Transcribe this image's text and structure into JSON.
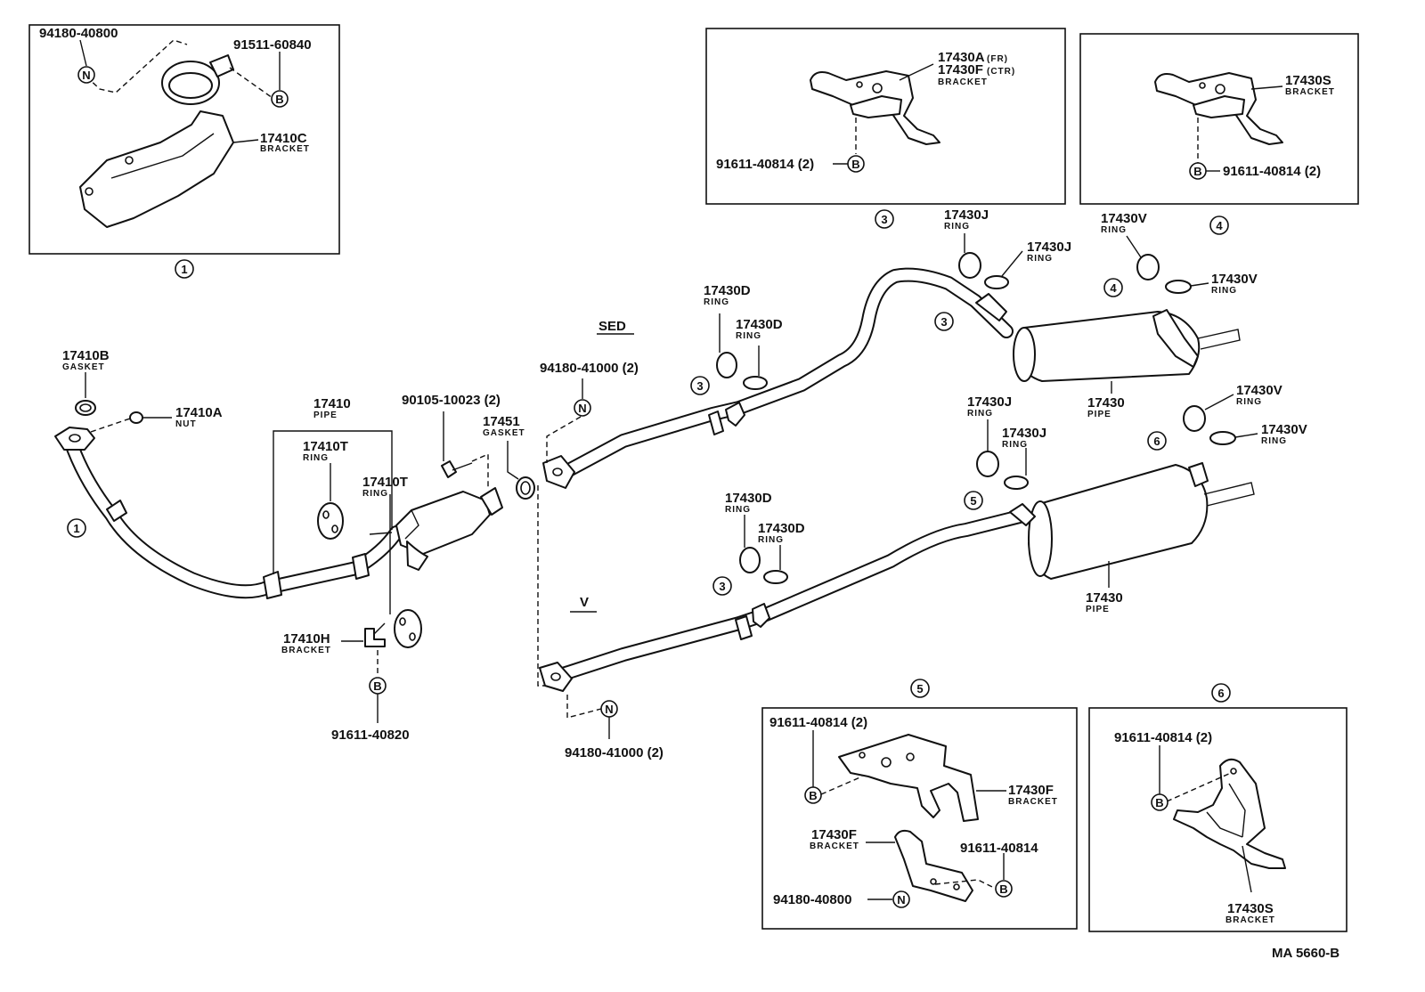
{
  "inset_boxes": [
    {
      "key": "inset1",
      "index_label": "1"
    },
    {
      "key": "inset3",
      "index_label": "3"
    },
    {
      "key": "inset4",
      "index_label": "4"
    },
    {
      "key": "inset5",
      "index_label": "5"
    },
    {
      "key": "inset6",
      "index_label": "6"
    }
  ],
  "variants": {
    "sed": "SED",
    "v": "V"
  },
  "callouts": {
    "c_94180_40800_top": {
      "part": "94180-40800"
    },
    "c_91511_60840": {
      "part": "91511-60840"
    },
    "c_17410C": {
      "part": "17410C",
      "desc": "BRACKET"
    },
    "c_17430A": {
      "part": "17430A",
      "suffix": "(FR)"
    },
    "c_17430F_ctr": {
      "part": "17430F",
      "suffix": "(CTR)",
      "desc": "BRACKET"
    },
    "c_91611_40814_i3": {
      "part": "91611-40814 (2)"
    },
    "c_17430S_i4": {
      "part": "17430S",
      "desc": "BRACKET"
    },
    "c_91611_40814_i4": {
      "part": "91611-40814 (2)"
    },
    "c_17410B": {
      "part": "17410B",
      "desc": "GASKET"
    },
    "c_17410A": {
      "part": "17410A",
      "desc": "NUT"
    },
    "c_17410": {
      "part": "17410",
      "desc": "PIPE"
    },
    "c_17410T_a": {
      "part": "17410T",
      "desc": "RING"
    },
    "c_17410T_b": {
      "part": "17410T",
      "desc": "RING"
    },
    "c_90105": {
      "part": "90105-10023 (2)"
    },
    "c_17451": {
      "part": "17451",
      "desc": "GASKET"
    },
    "c_94180_41000_top": {
      "part": "94180-41000 (2)"
    },
    "c_17410H": {
      "part": "17410H",
      "desc": "BRACKET"
    },
    "c_91611_40820": {
      "part": "91611-40820"
    },
    "c_94180_41000_bot": {
      "part": "94180-41000 (2)"
    },
    "c_17430D_sed_a": {
      "part": "17430D",
      "desc": "RING"
    },
    "c_17430D_sed_b": {
      "part": "17430D",
      "desc": "RING"
    },
    "c_17430J_top_a": {
      "part": "17430J",
      "desc": "RING"
    },
    "c_17430J_top_b": {
      "part": "17430J",
      "desc": "RING"
    },
    "c_17430V_top_a": {
      "part": "17430V",
      "desc": "RING"
    },
    "c_17430V_top_b": {
      "part": "17430V",
      "desc": "RING"
    },
    "c_17430_sed": {
      "part": "17430",
      "desc": "PIPE"
    },
    "c_17430J_mid_a": {
      "part": "17430J",
      "desc": "RING"
    },
    "c_17430J_mid_b": {
      "part": "17430J",
      "desc": "RING"
    },
    "c_17430V_mid_a": {
      "part": "17430V",
      "desc": "RING"
    },
    "c_17430V_mid_b": {
      "part": "17430V",
      "desc": "RING"
    },
    "c_17430D_v_a": {
      "part": "17430D",
      "desc": "RING"
    },
    "c_17430D_v_b": {
      "part": "17430D",
      "desc": "RING"
    },
    "c_17430_v": {
      "part": "17430",
      "desc": "PIPE"
    },
    "c_91611_40814_i5a": {
      "part": "91611-40814 (2)"
    },
    "c_17430F_i5a": {
      "part": "17430F",
      "desc": "BRACKET"
    },
    "c_17430F_i5b": {
      "part": "17430F",
      "desc": "BRACKET"
    },
    "c_91611_40814_i5b": {
      "part": "91611-40814"
    },
    "c_94180_40800_i5": {
      "part": "94180-40800"
    },
    "c_91611_40814_i6": {
      "part": "91611-40814 (2)"
    },
    "c_17430S_i6": {
      "part": "17430S",
      "desc": "BRACKET"
    }
  },
  "ref_markers": {
    "r1": "1",
    "r3a": "3",
    "r3b": "3",
    "r3c": "3",
    "r4": "4",
    "r5": "5",
    "r6": "6"
  },
  "fastener_symbols": {
    "nut": "N",
    "bolt": "B"
  },
  "drawing_code": "MA 5660-B"
}
